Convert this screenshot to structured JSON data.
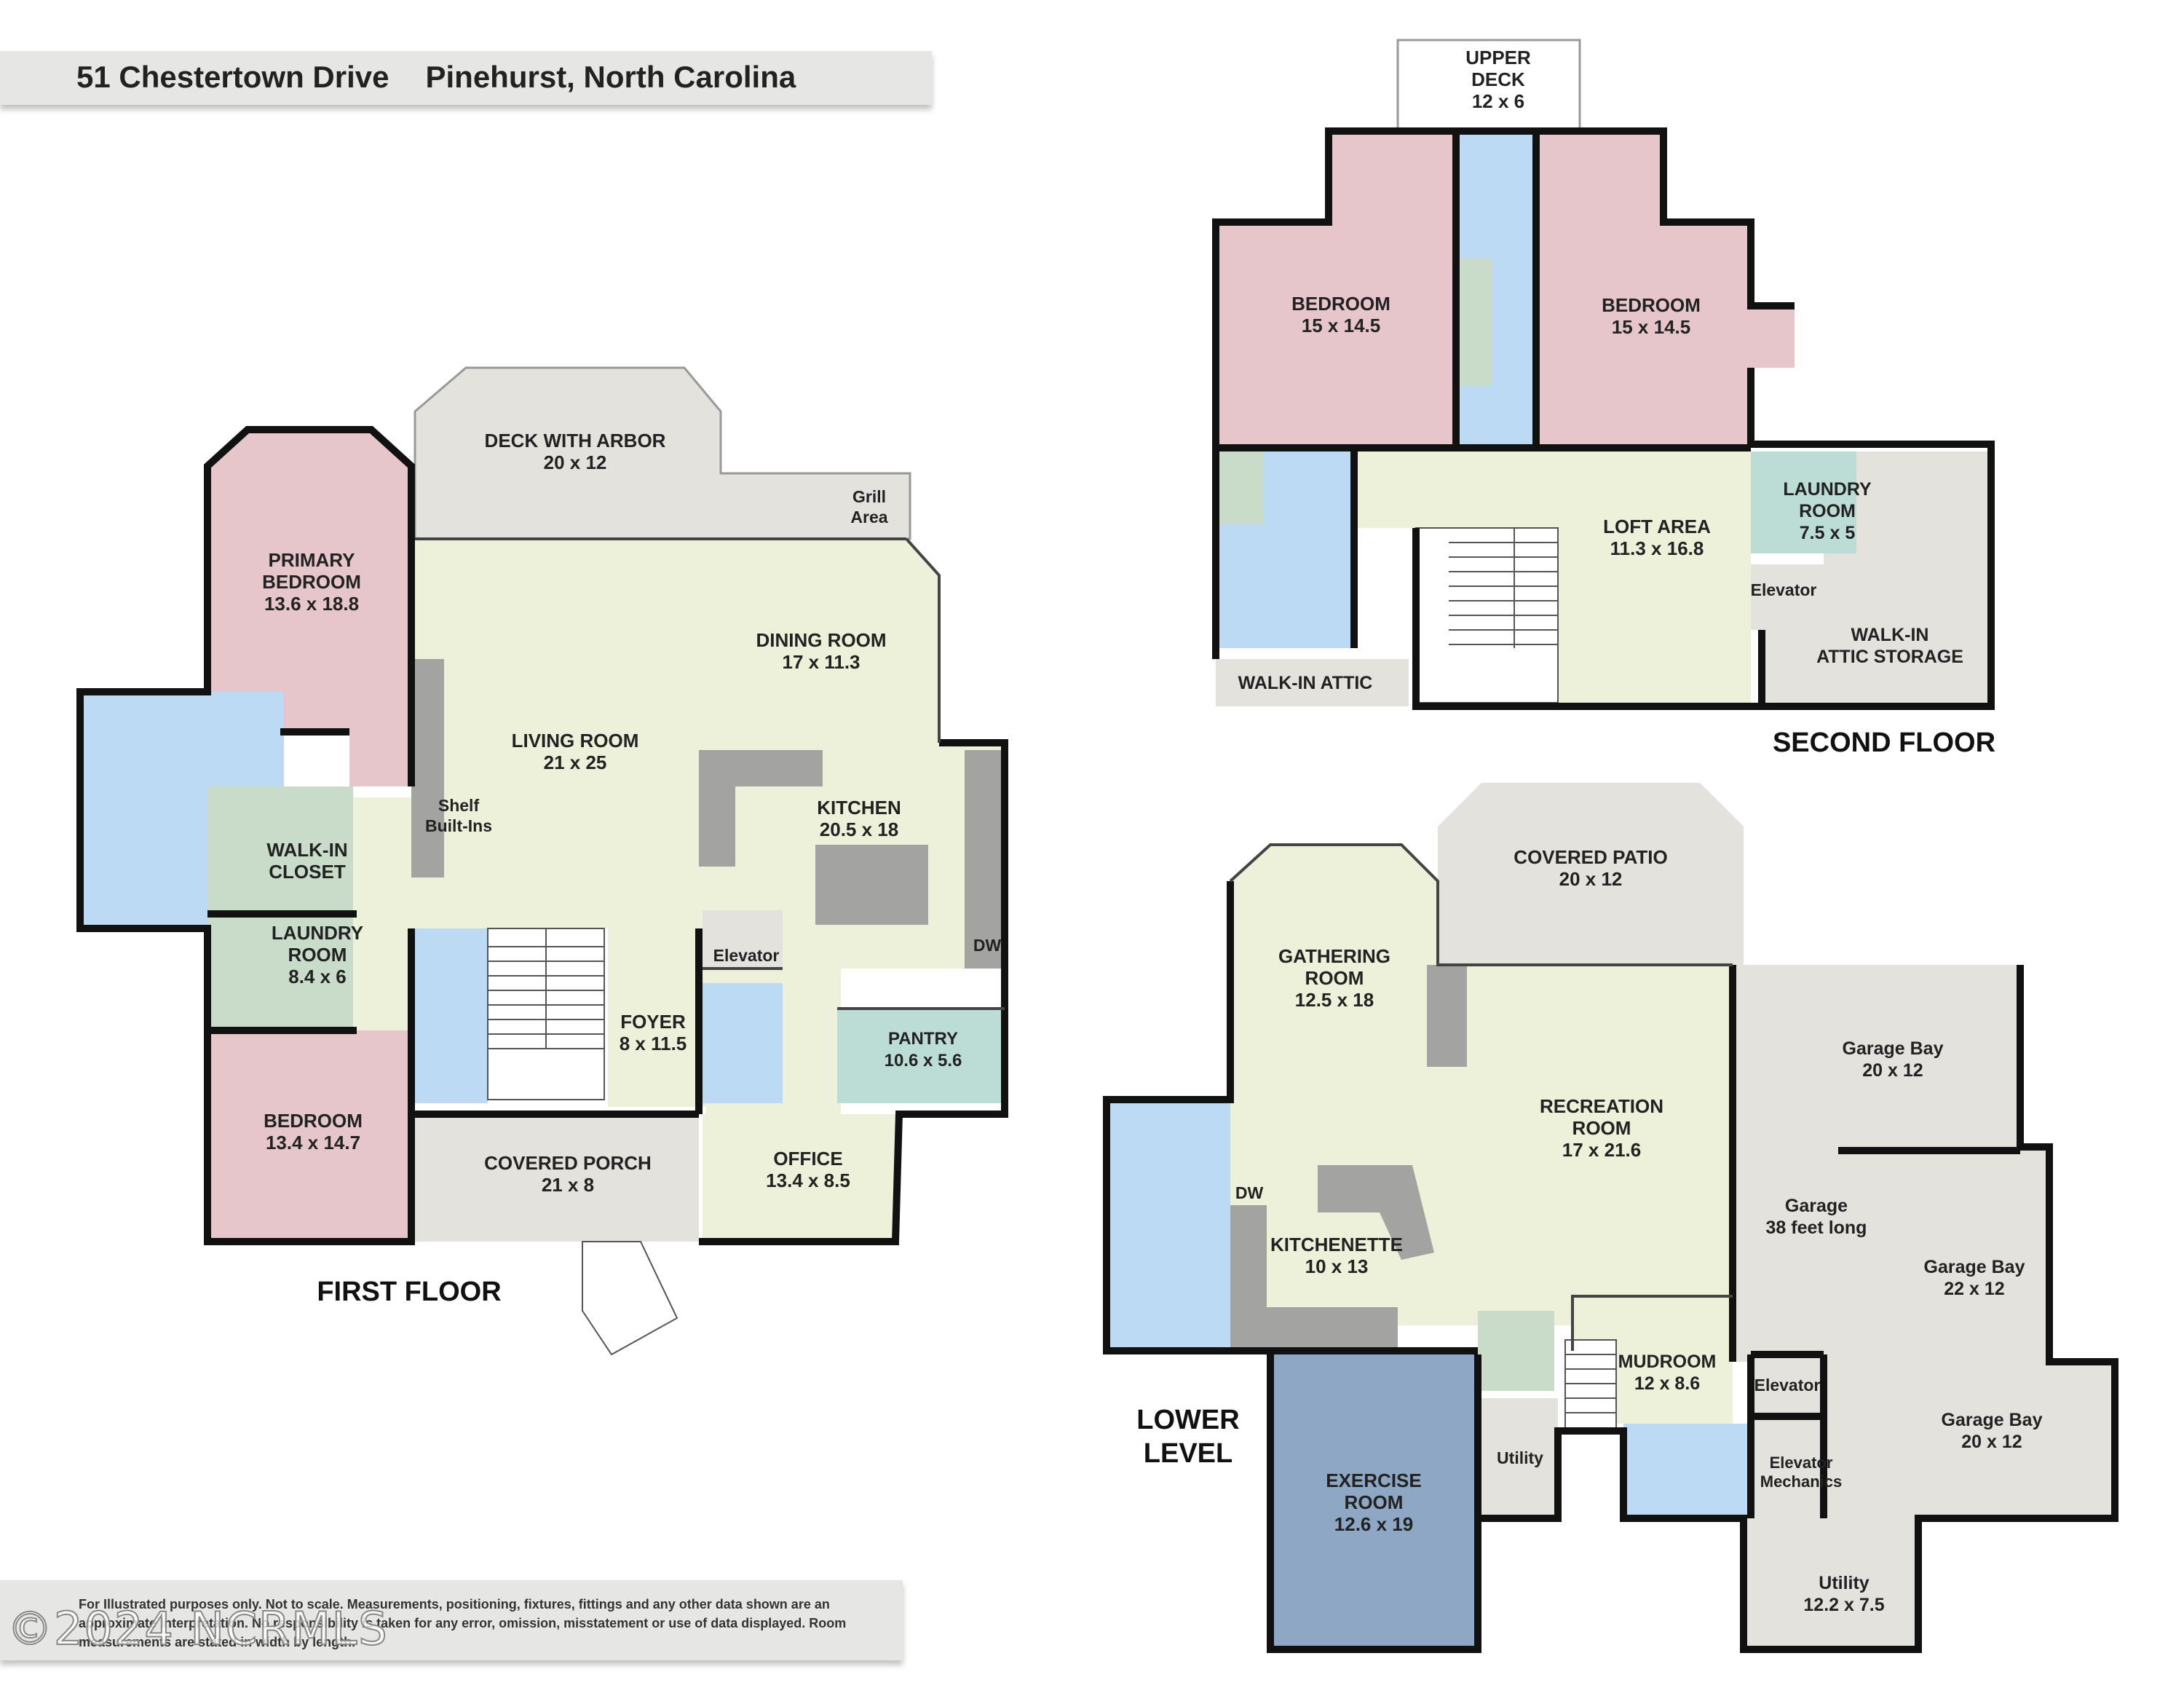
{
  "header": {
    "address": "51 Chestertown Drive",
    "city": "Pinehurst, North Carolina"
  },
  "floors": {
    "first": "FIRST FLOOR",
    "second": "SECOND FLOOR",
    "lower_line1": "LOWER",
    "lower_line2": "LEVEL"
  },
  "rooms": {
    "deck_arbor": {
      "name": "DECK WITH ARBOR",
      "size": "20 x 12"
    },
    "grill": {
      "name": "Grill",
      "size": "Area"
    },
    "primary_bedroom": {
      "name": "PRIMARY",
      "name2": "BEDROOM",
      "size": "13.6 x 18.8"
    },
    "living_room": {
      "name": "LIVING ROOM",
      "size": "21 x 25"
    },
    "dining_room": {
      "name": "DINING ROOM",
      "size": "17 x 11.3"
    },
    "shelf": {
      "name": "Shelf",
      "size": "Built-Ins"
    },
    "walkin_closet": {
      "name": "WALK-IN",
      "size": "CLOSET"
    },
    "kitchen": {
      "name": "KITCHEN",
      "size": "20.5 x 18"
    },
    "laundry1": {
      "name": "LAUNDRY",
      "name2": "ROOM",
      "size": "8.4 x 6"
    },
    "elevator1": {
      "name": "Elevator"
    },
    "dw1": {
      "name": "DW"
    },
    "foyer": {
      "name": "FOYER",
      "size": "8 x 11.5"
    },
    "pantry": {
      "name": "PANTRY",
      "size": "10.6 x 5.6"
    },
    "bedroom1": {
      "name": "BEDROOM",
      "size": "13.4 x 14.7"
    },
    "covered_porch": {
      "name": "COVERED PORCH",
      "size": "21 x 8"
    },
    "office": {
      "name": "OFFICE",
      "size": "13.4 x 8.5"
    },
    "upper_deck": {
      "name": "UPPER",
      "name2": "DECK",
      "size": "12 x 6"
    },
    "bedroom2a": {
      "name": "BEDROOM",
      "size": "15 x 14.5"
    },
    "bedroom2b": {
      "name": "BEDROOM",
      "size": "15 x 14.5"
    },
    "loft": {
      "name": "LOFT AREA",
      "size": "11.3 x 16.8"
    },
    "laundry2": {
      "name": "LAUNDRY",
      "name2": "ROOM",
      "size": "7.5 x 5"
    },
    "elevator2": {
      "name": "Elevator"
    },
    "attic_storage": {
      "name": "WALK-IN",
      "size": "ATTIC STORAGE"
    },
    "walkin_attic": {
      "name": "WALK-IN ATTIC"
    },
    "covered_patio": {
      "name": "COVERED PATIO",
      "size": "20 x 12"
    },
    "gathering": {
      "name": "GATHERING",
      "name2": "ROOM",
      "size": "12.5 x 18"
    },
    "recreation": {
      "name": "RECREATION",
      "name2": "ROOM",
      "size": "17 x 21.6"
    },
    "garage_bay1": {
      "name": "Garage Bay",
      "size": "20 x 12"
    },
    "garage": {
      "name": "Garage",
      "size": "38 feet long"
    },
    "garage_bay2": {
      "name": "Garage Bay",
      "size": "22 x 12"
    },
    "garage_bay3": {
      "name": "Garage Bay",
      "size": "20 x 12"
    },
    "dw2": {
      "name": "DW"
    },
    "kitchenette": {
      "name": "KITCHENETTE",
      "size": "10 x 13"
    },
    "mudroom": {
      "name": "MUDROOM",
      "size": "12 x 8.6"
    },
    "elevator3": {
      "name": "Elevator"
    },
    "elev_mech": {
      "name": "Elevator",
      "size": "Mechanics"
    },
    "exercise": {
      "name": "EXERCISE",
      "name2": "ROOM",
      "size": "12.6 x 19"
    },
    "utility1": {
      "name": "Utility"
    },
    "utility2": {
      "name": "Utility",
      "size": "12.2 x 7.5"
    }
  },
  "disclaimer": "For Illustrated purposes only. Not to scale. Measurements, positioning, fixtures, fittings and any other data shown are an approximate interpretation. No responsibility is taken for any error, omission, misstatement or use of data displayed. Room measurements are stated in width by length.",
  "watermark": "©2024 NCRMLS",
  "colors": {
    "wall": "#111111",
    "bedroom": "#e6c6cb",
    "living": "#eef1d9",
    "bath": "#bcdaf3",
    "utility": "#c9dcca",
    "outdoor": "#e4e2dd",
    "pantry": "#bcdcd6",
    "exercise": "#8da7c4",
    "counter": "#a3a4a1"
  }
}
